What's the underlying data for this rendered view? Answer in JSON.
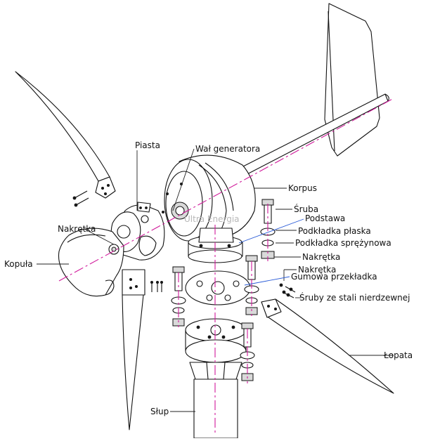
{
  "figure": {
    "watermark": "Ultra Energia",
    "colors": {
      "line": "#111111",
      "axis": "#d0199a",
      "leader_blue": "#2a5bd7",
      "background": "#ffffff"
    }
  },
  "labels": {
    "piasta": "Piasta",
    "wal_generatora": "Wał generatora",
    "korpus": "Korpus",
    "sruba": "Śruba",
    "podstawa": "Podstawa",
    "podkladka_plaska": "Podkładka płaska",
    "podkladka_sprezynowa": "Podkładka sprężynowa",
    "nakretka_right_1": "Nakrętka",
    "nakretka_right_2": "Nakrętka",
    "gumowa_przekladka": "Gumowa przekładka",
    "sruby_nierdzewne": "Śruby ze stali nierdzewnej",
    "lopata": "Łopata",
    "nakretka_left": "Nakrętka",
    "kopula": "Kopuła",
    "slup": "Słup"
  }
}
